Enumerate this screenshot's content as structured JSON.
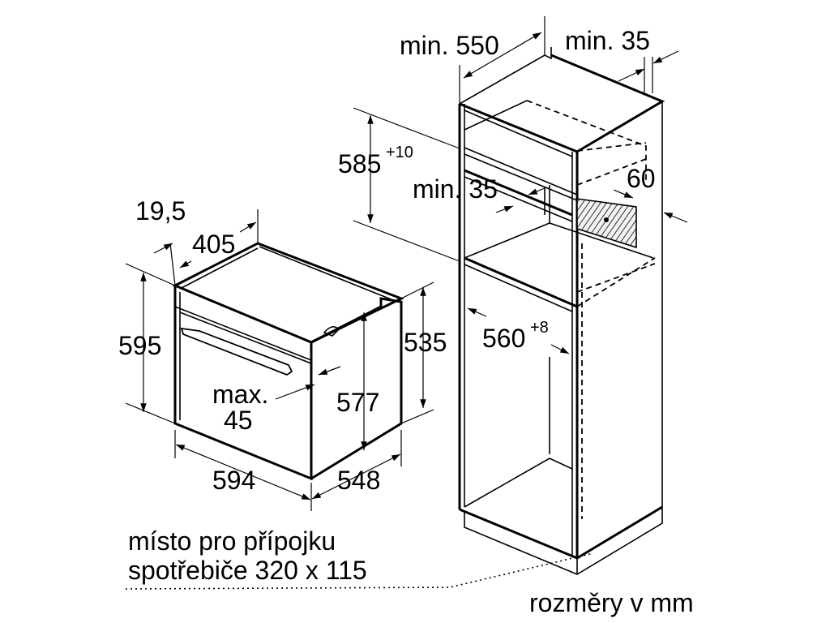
{
  "labels": {
    "cabinet_depth": "min. 550",
    "back_gap": "min. 35",
    "niche_height_main": "585",
    "niche_height_tol": "+10",
    "vent_gap": "min. 35",
    "vent_depth": "60",
    "niche_width_main": "560",
    "niche_width_tol": "+8",
    "front_offset": "19,5",
    "oven_top_depth": "405",
    "oven_height": "595",
    "oven_body_height": "535",
    "oven_inner_height": "577",
    "max_line1": "max.",
    "max_line2": "45",
    "oven_width": "594",
    "oven_depth": "548"
  },
  "notes": {
    "connection_line1": "místo pro přípojku",
    "connection_line2": "spotřebiče 320 x 115",
    "units": "rozměry v mm"
  }
}
